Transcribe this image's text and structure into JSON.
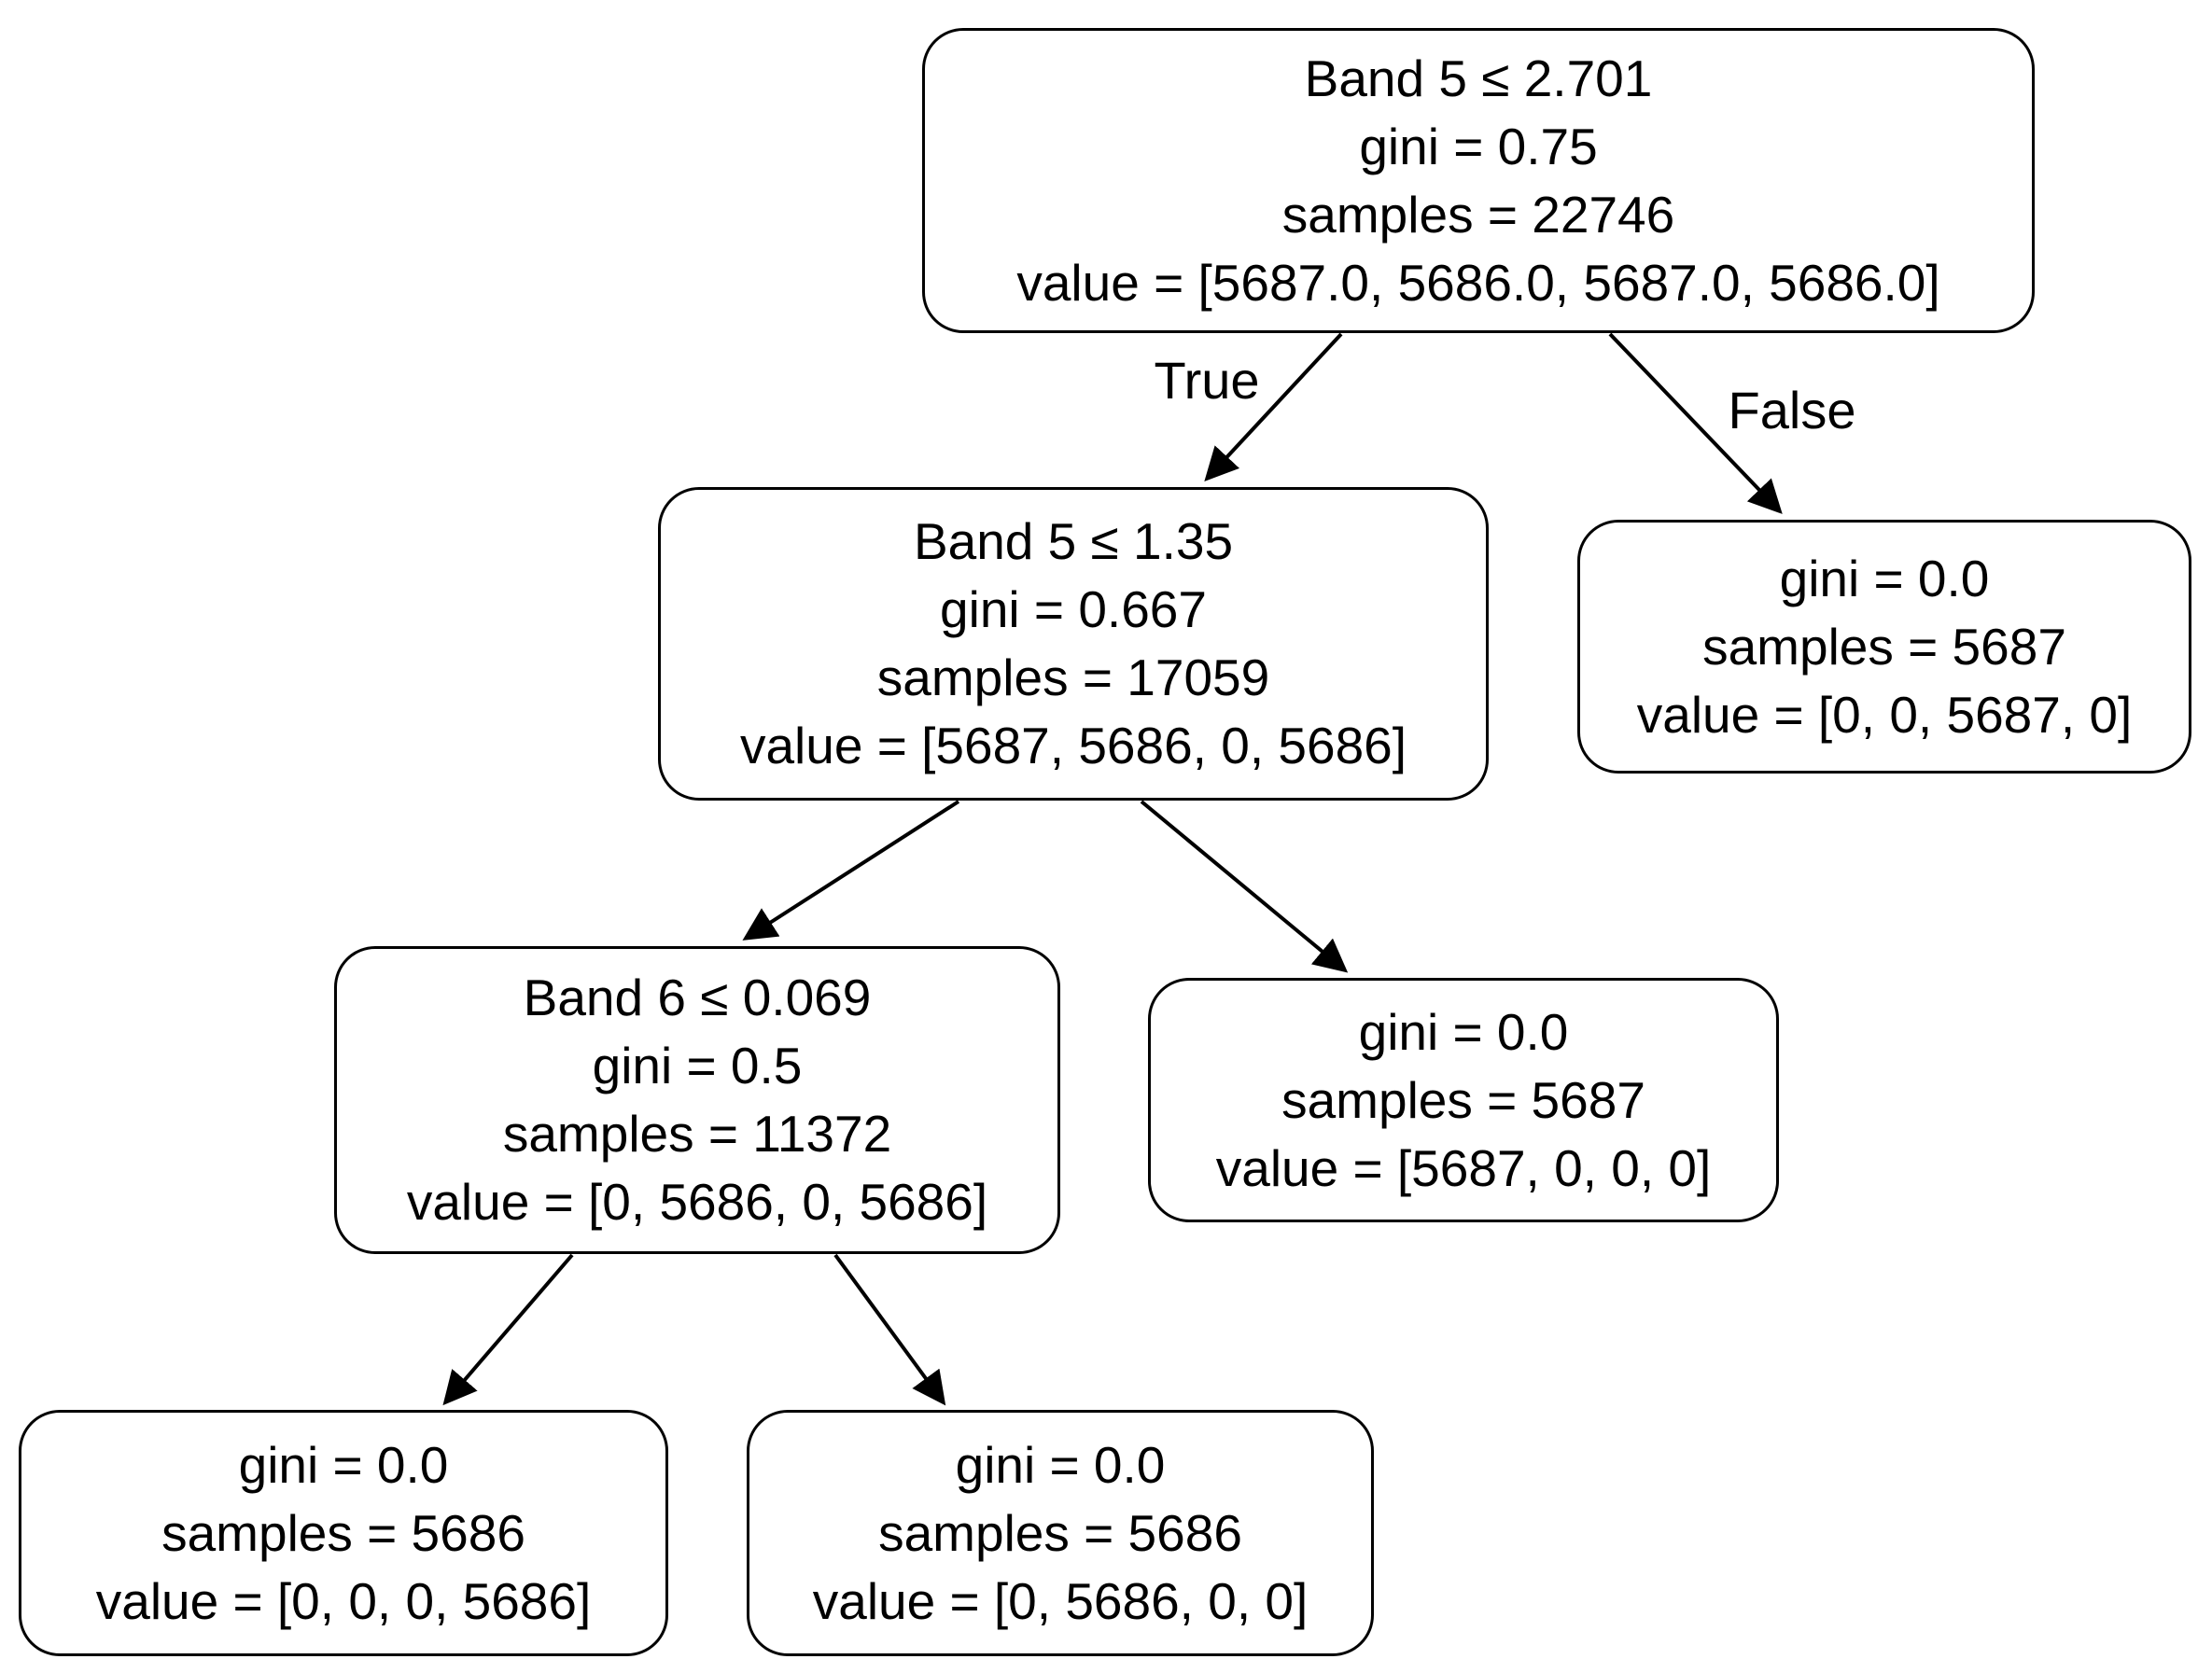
{
  "diagram": {
    "kind": "decision-tree",
    "colors": {
      "background": "#ffffff",
      "node_fill": "#ffffff",
      "node_border": "#000000",
      "edge": "#000000",
      "text": "#000000"
    },
    "edge_labels": {
      "true_branch": "True",
      "false_branch": "False"
    },
    "nodes": {
      "root": {
        "condition": "Band 5 ≤ 2.701",
        "gini": "gini = 0.75",
        "samples": "samples = 22746",
        "value": "value = [5687.0, 5686.0, 5687.0, 5686.0]"
      },
      "l1_left": {
        "condition": "Band 5 ≤ 1.35",
        "gini": "gini = 0.667",
        "samples": "samples = 17059",
        "value": "value = [5687, 5686, 0, 5686]"
      },
      "l1_right": {
        "gini": "gini = 0.0",
        "samples": "samples = 5687",
        "value": "value = [0, 0, 5687, 0]"
      },
      "l2_left": {
        "condition": "Band 6 ≤ 0.069",
        "gini": "gini = 0.5",
        "samples": "samples = 11372",
        "value": "value = [0, 5686, 0, 5686]"
      },
      "l2_right": {
        "gini": "gini = 0.0",
        "samples": "samples = 5687",
        "value": "value = [5687, 0, 0, 0]"
      },
      "l3_left": {
        "gini": "gini = 0.0",
        "samples": "samples = 5686",
        "value": "value = [0, 0, 0, 5686]"
      },
      "l3_right": {
        "gini": "gini = 0.0",
        "samples": "samples = 5686",
        "value": "value = [0, 5686, 0, 0]"
      }
    }
  }
}
